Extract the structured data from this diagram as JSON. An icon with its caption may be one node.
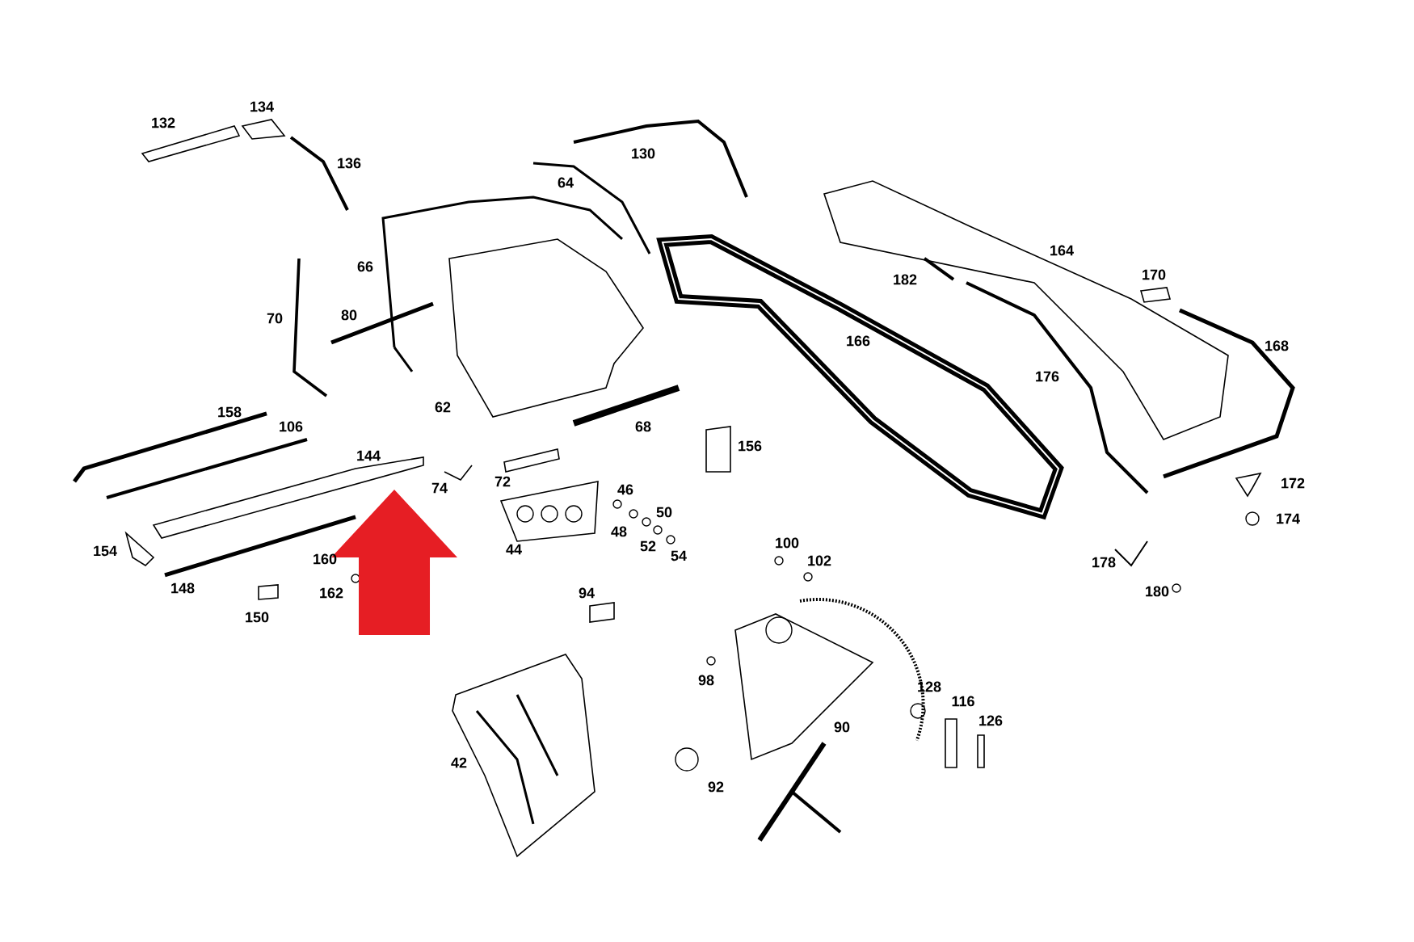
{
  "diagram": {
    "labels": [
      "134",
      "132",
      "130",
      "136",
      "64",
      "164",
      "66",
      "170",
      "182",
      "80",
      "70",
      "166",
      "168",
      "176",
      "62",
      "158",
      "68",
      "106",
      "156",
      "144",
      "72",
      "172",
      "74",
      "46",
      "50",
      "48",
      "174",
      "154",
      "52",
      "44",
      "54",
      "100",
      "160",
      "102",
      "178",
      "148",
      "94",
      "162",
      "180",
      "150",
      "98",
      "128",
      "116",
      "126",
      "90",
      "42",
      "92"
    ]
  }
}
